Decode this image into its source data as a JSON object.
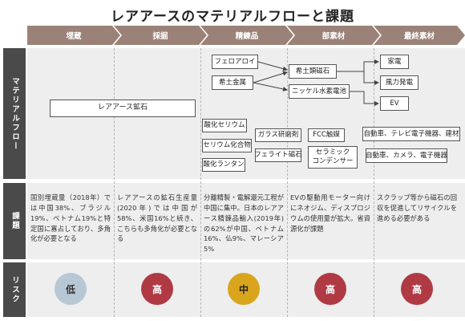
{
  "title": "レアアースのマテリアルフローと課題",
  "stages": [
    "埋蔵",
    "採掘",
    "精錬品",
    "部素材",
    "最終素材"
  ],
  "rows": {
    "flow": "マテリアルフロー",
    "issues": "課題",
    "risk": "リスク"
  },
  "boxes": {
    "ore": "レアアース鉱石",
    "ferro_alloy": "フェロアロイ",
    "rare_earth_metal": "希土金属",
    "magnet": "希土類磁石",
    "nimh_battery": "ニッケル水素電池",
    "home_appliance": "家電",
    "wind_power": "風力発電",
    "ev": "EV",
    "cerium_oxide": "酸化セリウム",
    "cerium_compound": "セリウム化合物",
    "lanthanum_oxide": "酸化ランタン",
    "glass_polish": "ガラス研磨剤",
    "ferrite_magnet": "フェライト磁石",
    "fcc_catalyst": "FCC触媒",
    "ceramic_capacitor_1": "セラミック",
    "ceramic_capacitor_2": "コンデンサー",
    "final_1": "自動車、テレビ電子機器、建材",
    "final_2": "自動車、カメラ、電子機器"
  },
  "issues": [
    "国別埋蔵量（2018年）では中国38%、ブラジル19%、ベトナム19%と特定国に寡占しており、多角化が必要となる",
    "レアアースの鉱石生産量(2020年)では中国が58%、米国16%と続き、こちらも多角化が必要となる",
    "分離精製・電解還元工程が中国に集中。日本のレアアース精錬品輸入(2019年)の62%が中国、ベトナム16%、仏9%、マレーシア5%",
    "EVの駆動用モーター向けにネオジム、ディスプロジウムの使用量が拡大。省資源化が課題",
    "スクラップ等から磁石の回収を促進してリサイクルを進める必要がある"
  ],
  "risks": [
    {
      "label": "低",
      "color": "#b8c7d4"
    },
    {
      "label": "高",
      "color": "#b03a44"
    },
    {
      "label": "中",
      "color": "#d9a51c"
    },
    {
      "label": "高",
      "color": "#b03a44"
    },
    {
      "label": "高",
      "color": "#b03a44"
    }
  ],
  "colors": {
    "stage": "#9b8278",
    "row_label": "#4a4a4a",
    "row_bg": "#eeeeee"
  }
}
